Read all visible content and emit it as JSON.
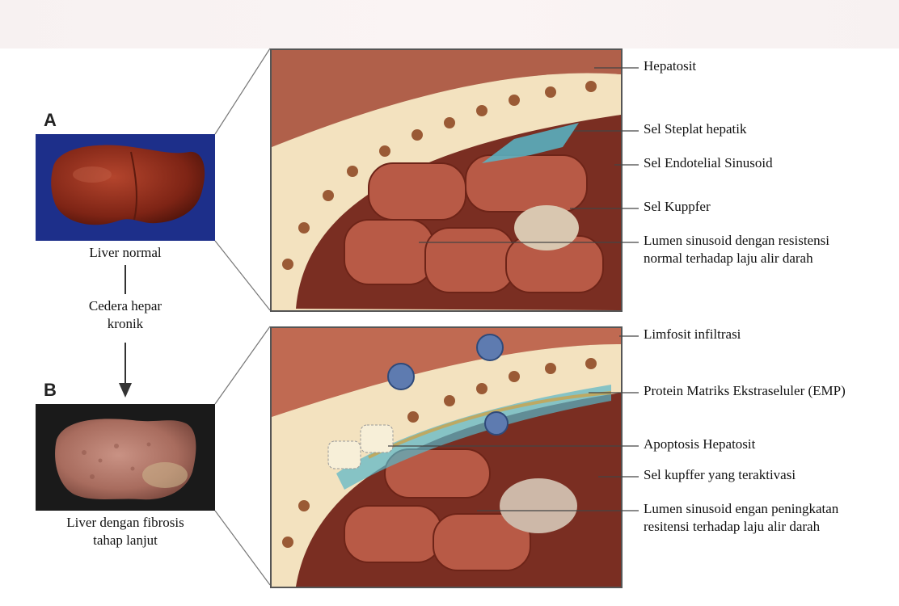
{
  "panels": {
    "a": {
      "letter": "A",
      "caption": "Liver normal"
    },
    "b": {
      "letter": "B",
      "caption_line1": "Liver dengan fibrosis",
      "caption_line2": "tahap lanjut"
    }
  },
  "arrow_label": {
    "line1": "Cedera hepar",
    "line2": "kronik"
  },
  "labels_top": {
    "hepatosit": "Hepatosit",
    "stellate": "Sel Steplat hepatik",
    "endothelial": "Sel Endotelial Sinusoid",
    "kupffer": "Sel Kuppfer",
    "lumen_line1": "Lumen sinusoid dengan resistensi",
    "lumen_line2": "normal terhadap laju alir darah"
  },
  "labels_bottom": {
    "lymphocyte": "Limfosit infiltrasi",
    "ecm": "Protein Matriks Ekstraseluler (EMP)",
    "apoptosis": "Apoptosis Hepatosit",
    "kupffer_active": "Sel kupffer yang teraktivasi",
    "lumen_line1": "Lumen sinusoid engan peningkatan",
    "lumen_line2": "resitensi terhadap laju alir darah"
  },
  "colors": {
    "liver_normal": "#8a2a1a",
    "liver_fibrotic": "#b07a6a",
    "photo_bg_a": "#1d2f8a",
    "photo_bg_b": "#1a1a1a",
    "hepatocyte": "#f6dfa8",
    "nucleus": "#9a5a35",
    "tissue": "#9a4c3a",
    "stellate": "#57b6c8",
    "lymphocyte": "#5e7bb0"
  }
}
